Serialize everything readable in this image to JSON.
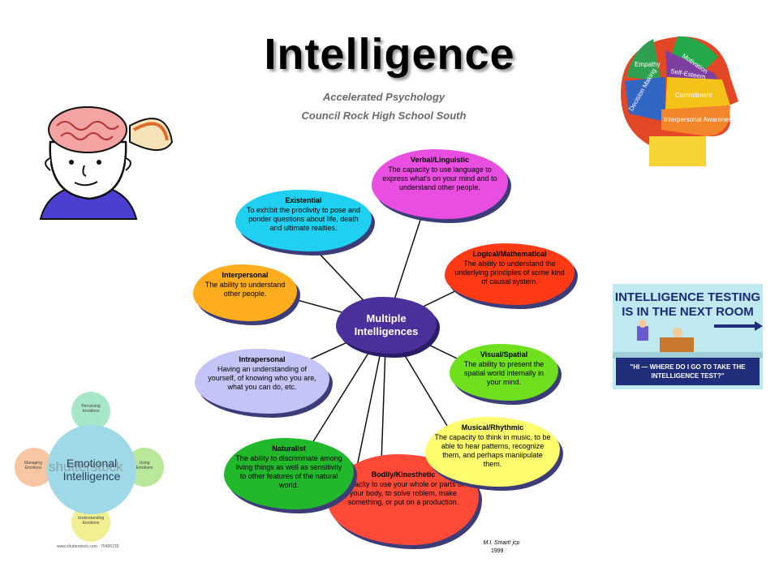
{
  "slide": {
    "title": "Intelligence",
    "subtitle_line1": "Accelerated Psychology",
    "subtitle_line2": "Council Rock High School South"
  },
  "diagram": {
    "center_label": "Multiple Intelligences",
    "nodes": {
      "verbal": {
        "heading": "Verbal/Linguistic",
        "body": "The capacity to use language to express what's on your mind and to understand other people.",
        "color": "#e84fe0"
      },
      "existential": {
        "heading": "Existential",
        "body": "To exhibit the proclivity to pose and ponder questions about life, death and ultimate realties.",
        "color": "#1fd0f0"
      },
      "logical": {
        "heading": "Logical/Mathematical",
        "body": "The ability to understand the underlying principles of some kind of causal system.",
        "color": "#ff3a14"
      },
      "interpersonal": {
        "heading": "Interpersonal",
        "body": "The ability to understand other people.",
        "color": "#ffad1f"
      },
      "visual": {
        "heading": "Visual/Spatial",
        "body": "The ability to present the spatial world internally in your mind.",
        "color": "#6fe01e"
      },
      "intrapersonal": {
        "heading": "Intrapersonal",
        "body": "Having an understanding of yourself, of knowing who you are, what you can do, etc.",
        "color": "#c4c4f7"
      },
      "musical": {
        "heading": "Musical/Rhythmic",
        "body": "The capacity to think in music, to be able to hear patterns, recognize them, and perhaps maniipulate them.",
        "color": "#fdfd6e"
      },
      "naturalist": {
        "heading": "Naturalist",
        "body": "The ability to discriminate among living things as well as sensitivity to other features of the natural world.",
        "color": "#22b82c"
      },
      "bodily": {
        "heading": "Bodily/Kinesthetic",
        "body": "capacity to use your whole or parts of your body, to solve roblem, make something, or put on a production.",
        "color": "#ff4a38"
      }
    },
    "credit_line1": "M.I. Smart! jcp",
    "credit_line2": "1999"
  },
  "head_graphic": {
    "labels": [
      "Empathy",
      "Motivation",
      "Self-Esteem",
      "Decision Making",
      "Commitment",
      "Interpersonal Awareness"
    ]
  },
  "cartoon": {
    "headline_line1": "INTELLIGENCE TESTING",
    "headline_line2": "IS IN THE NEXT ROOM",
    "caption": "\"HI — WHERE DO I GO TO TAKE THE INTELLIGENCE TEST?\""
  },
  "emotional_intelligence": {
    "center_line1": "Emotional",
    "center_line2": "Intelligence",
    "perceiving": "Perceiving Emotions",
    "using": "Using Emotions",
    "understanding": "Understanding Emotions",
    "managing": "Managing Emotions",
    "watermark": "shutterstock",
    "url": "www.shutterstock.com · 75495739"
  }
}
